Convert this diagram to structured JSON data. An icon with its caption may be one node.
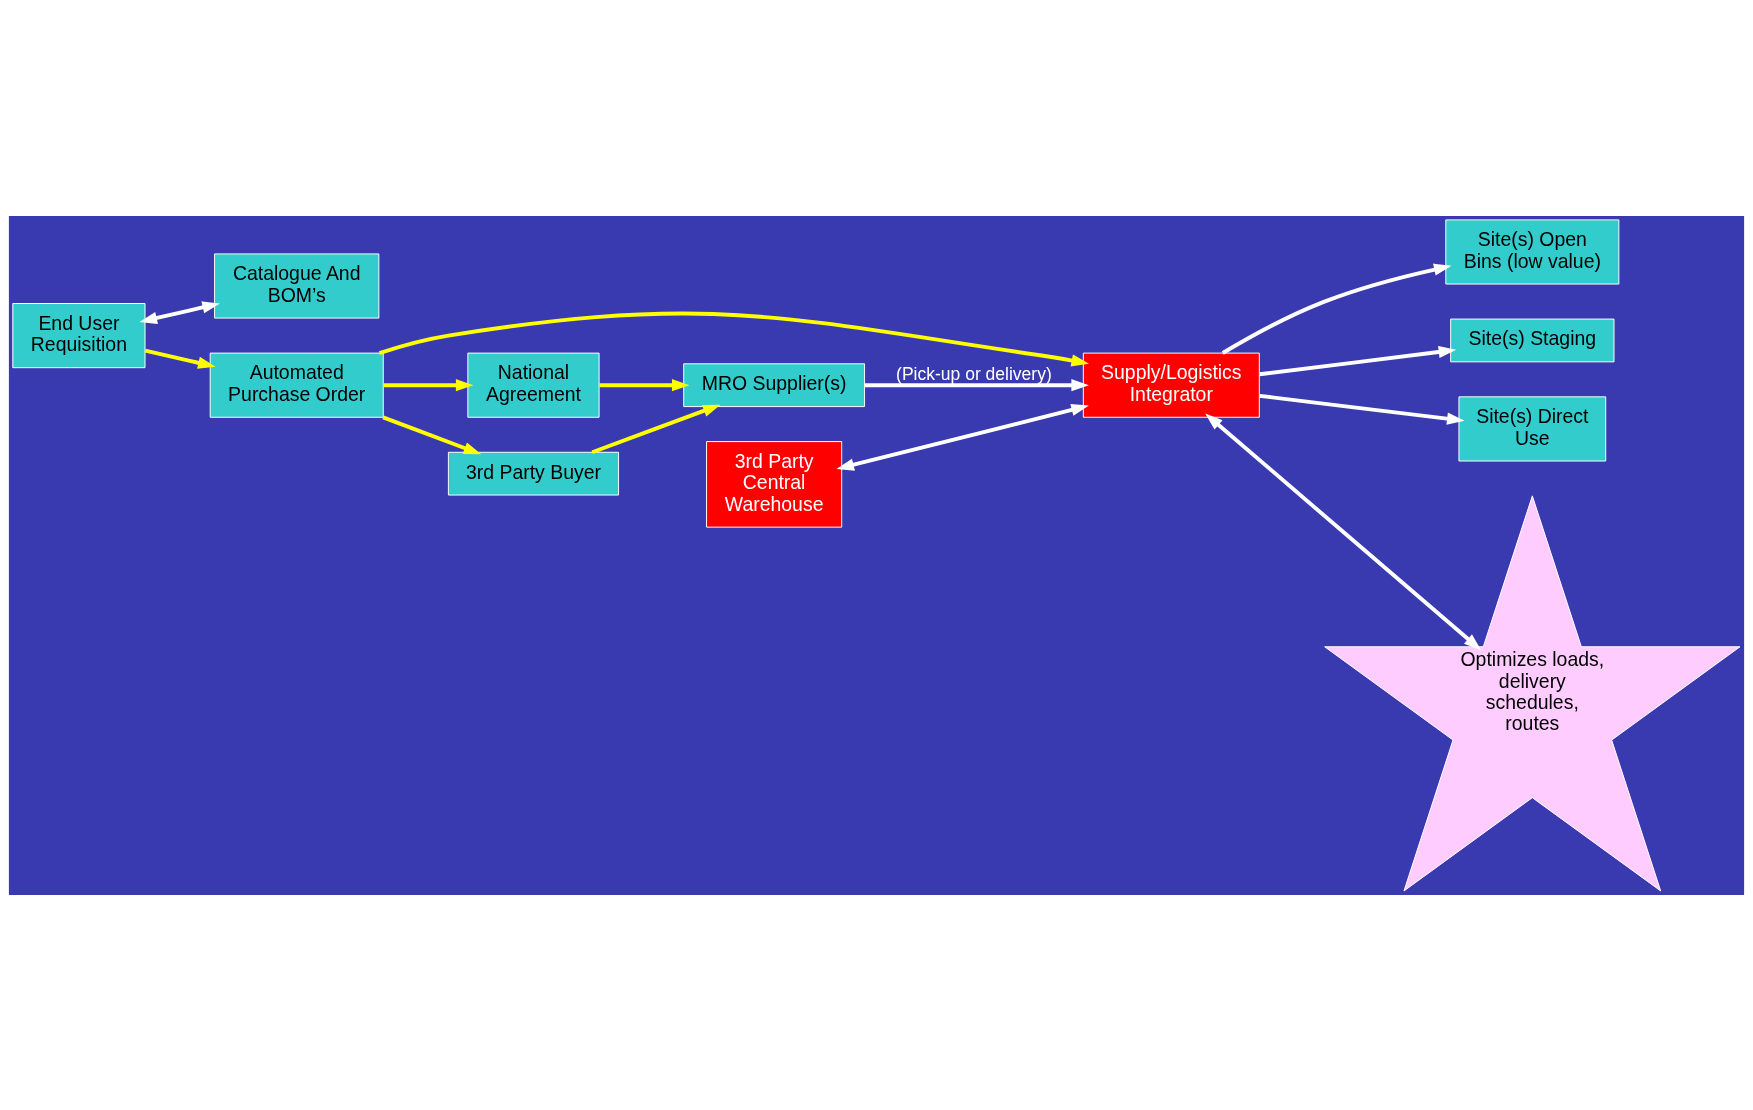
{
  "diagram": {
    "nodes": [
      {
        "text": [
          "End User Requisition"
        ]
      },
      {
        "text": [
          "Catalogue And BOM’s"
        ]
      },
      {
        "text": [
          "3rd Party Central Warehouse"
        ]
      },
      {
        "text": [
          "Automated Purchase Order"
        ]
      },
      {
        "text": [
          "Site(s) Open Bins (low value)"
        ]
      },
      {
        "text": [
          "Site(s) Staging"
        ]
      },
      {
        "text": [
          "Supply/Logistics Integrator"
        ]
      },
      {
        "text": [
          "Site(s) Direct Use"
        ]
      },
      {
        "text": [
          "National Agreement"
        ]
      },
      {
        "text": [
          "3rd Party Buyer"
        ]
      },
      {
        "text": [
          "Optimizes loads, delivery schedules, routes"
        ]
      },
      {
        "text": [
          "MRO Supplier(s)"
        ]
      }
    ],
    "edges": [
      {
        "from": 0,
        "to": 1,
        "arrow": "both",
        "color": "#ffffff"
      },
      {
        "from": 0,
        "to": 3,
        "arrow": "to",
        "color": "#ffff00"
      },
      {
        "from": 3,
        "to": 6,
        "arrow": "to",
        "color": "#ffff00"
      },
      {
        "from": 3,
        "to": 8,
        "arrow": "to",
        "color": "#ffff00"
      },
      {
        "from": 3,
        "to": 9,
        "arrow": "to",
        "color": "#ffff00"
      },
      {
        "from": 8,
        "to": 11,
        "arrow": "to",
        "color": "#ffff00"
      },
      {
        "from": 9,
        "to": 11,
        "arrow": "to",
        "color": "#ffff00"
      },
      {
        "from": 2,
        "to": 6,
        "arrow": "both",
        "color": "#ffffff"
      },
      {
        "from": 6,
        "to": 4,
        "arrow": "to",
        "color": "#ffffff"
      },
      {
        "from": 6,
        "to": 5,
        "arrow": "to",
        "color": "#ffffff"
      },
      {
        "from": 6,
        "to": 7,
        "arrow": "to",
        "color": "#ffffff"
      },
      {
        "from": 6,
        "to": 10,
        "arrow": "both",
        "color": "#ffffff"
      },
      {
        "from": 11,
        "to": 6,
        "arrow": "to",
        "color": "#ffffff",
        "label": "(Pick-up or delivery)"
      }
    ]
  }
}
